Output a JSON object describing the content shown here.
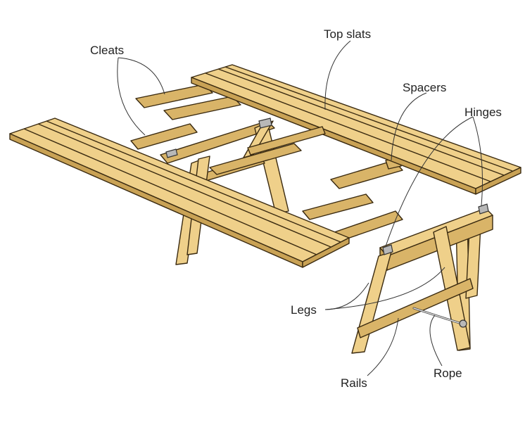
{
  "labels": {
    "cleats": "Cleats",
    "top_slats": "Top slats",
    "spacers": "Spacers",
    "hinges": "Hinges",
    "legs": "Legs",
    "rails": "Rails",
    "rope": "Rope"
  },
  "colors": {
    "wood": "#efd08a",
    "wood_shade": "#d9b468",
    "outline": "#3a2a10",
    "hinge": "#b8b8b8"
  }
}
